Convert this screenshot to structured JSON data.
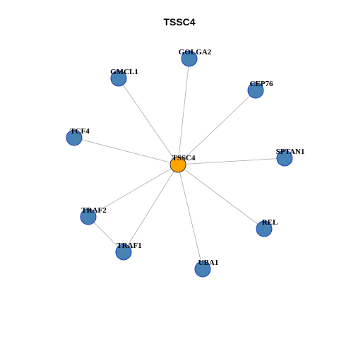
{
  "title": "TSSC4",
  "colors": {
    "center_fill": "#FFA500",
    "node_fill": "#4682B4",
    "edge": "#AAAAAA"
  },
  "nodes": [
    {
      "id": "TSSC4",
      "label": "TSSC4",
      "center": true
    },
    {
      "id": "GOLGA2",
      "label": "GOLGA2"
    },
    {
      "id": "GMCL1",
      "label": "GMCL1"
    },
    {
      "id": "CEP76",
      "label": "CEP76"
    },
    {
      "id": "TCF4",
      "label": "TCF4"
    },
    {
      "id": "SPTAN1",
      "label": "SPTAN1"
    },
    {
      "id": "TRAF2",
      "label": "TRAF2"
    },
    {
      "id": "REL",
      "label": "REL"
    },
    {
      "id": "TRAF1",
      "label": "TRAF1"
    },
    {
      "id": "UBA1",
      "label": "UBA1"
    }
  ],
  "edges": [
    [
      "TSSC4",
      "GOLGA2"
    ],
    [
      "TSSC4",
      "GMCL1"
    ],
    [
      "TSSC4",
      "CEP76"
    ],
    [
      "TSSC4",
      "TCF4"
    ],
    [
      "TSSC4",
      "SPTAN1"
    ],
    [
      "TSSC4",
      "TRAF2"
    ],
    [
      "TSSC4",
      "REL"
    ],
    [
      "TSSC4",
      "TRAF1"
    ],
    [
      "TSSC4",
      "UBA1"
    ],
    [
      "TRAF2",
      "TRAF1"
    ]
  ]
}
